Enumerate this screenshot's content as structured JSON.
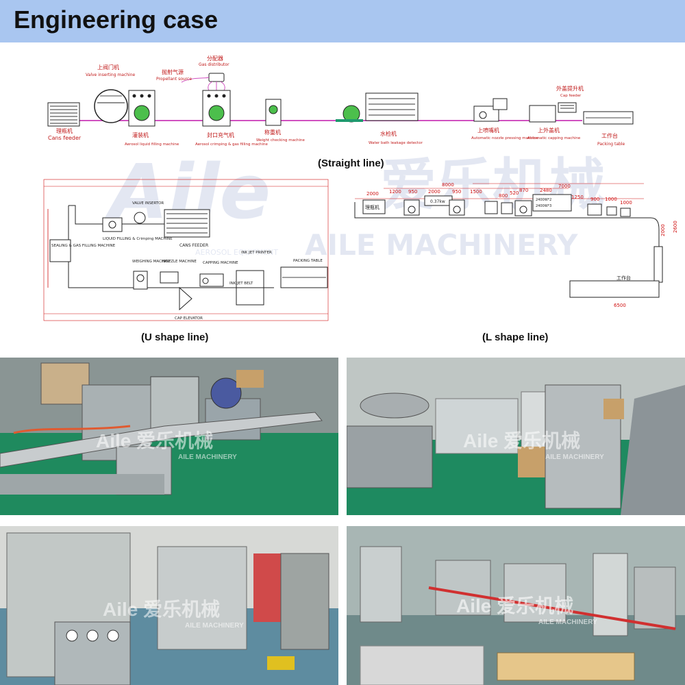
{
  "header": {
    "title": "Engineering case"
  },
  "watermark": {
    "logo": "Aile",
    "brand_cn": "爱乐机械",
    "brand_en": "AILE MACHINERY",
    "sub": "AEROSOL EQUIPMENT"
  },
  "straight_line": {
    "caption": "(Straight line)",
    "labels": {
      "cans_feeder_cn": "理瓶机",
      "cans_feeder_en": "Cans feeder",
      "valve_inserting_cn": "上阀门机",
      "valve_inserting_en": "Valve inserting machine",
      "liquid_filling_cn": "灌装机",
      "liquid_filling_en": "Aerosol liquid filling machine",
      "propellant_cn": "抛射气源",
      "propellant_en": "Propellant source",
      "gas_distributor_cn": "分配器",
      "gas_distributor_en": "Gas distributor",
      "crimping_cn": "封口充气机",
      "crimping_en": "Aerosol crimping & gas filling machine",
      "weight_cn": "称重机",
      "weight_en": "Weight checking machine",
      "water_bath_cn": "水检机",
      "water_bath_en": "Water bath leakage detector",
      "nozzle_cn": "上喷嘴机",
      "nozzle_en": "Automatic nozzle pressing machine",
      "cap_feeder_cn": "外盖提升机",
      "cap_feeder_en": "Cap feeder",
      "capping_cn": "上外盖机",
      "capping_en": "Automatic capping machine",
      "packing_cn": "工作台",
      "packing_en": "Packing table"
    }
  },
  "u_shape_line": {
    "caption": "(U shape line)",
    "labels": {
      "valve_inserter": "VALVE INSERTOR",
      "liquid_filling": "LIQUID FILLING & Crimping MACHINE",
      "cans_feeder": "CANS FEEDER",
      "sealing": "SEALING & GAS FILLING MACHINE",
      "weighing": "WEIGHING MACHINE",
      "nozzle": "NOZZLE MACHINE",
      "capping": "CAPPING MACHINE",
      "ink_jet_printer": "INK JET PRINTER",
      "ink_jet_belt": "INK JET BELT",
      "packing_table": "PACKING TABLE",
      "cap_elevator": "CAP ELEVATOR"
    }
  },
  "l_shape_line": {
    "caption": "(L shape line)",
    "dims": [
      "2000",
      "1200",
      "950",
      "2000",
      "950",
      "1500",
      "800",
      "520",
      "870",
      "2480",
      "1250",
      "900",
      "1000",
      "1000",
      "8000",
      "7000",
      "2600",
      "2000",
      "6500"
    ],
    "labels": {
      "cans_feeder_cn": "理瓶机",
      "power_1": "0.37kw",
      "power_2": "2400W*2",
      "power_3": "2400W*3",
      "packing": "工作台"
    }
  },
  "photos": [
    {
      "name": "photo-straight-line-workshop"
    },
    {
      "name": "photo-line-with-bowl-feeder"
    },
    {
      "name": "photo-filling-machines-blue-floor"
    },
    {
      "name": "photo-clean-room-line-with-cans"
    }
  ],
  "colors": {
    "header_bg": "#a9c6f0",
    "line_pink": "#e040a0",
    "dim_red": "#d01010",
    "floor_green": "#1f9a6e"
  }
}
